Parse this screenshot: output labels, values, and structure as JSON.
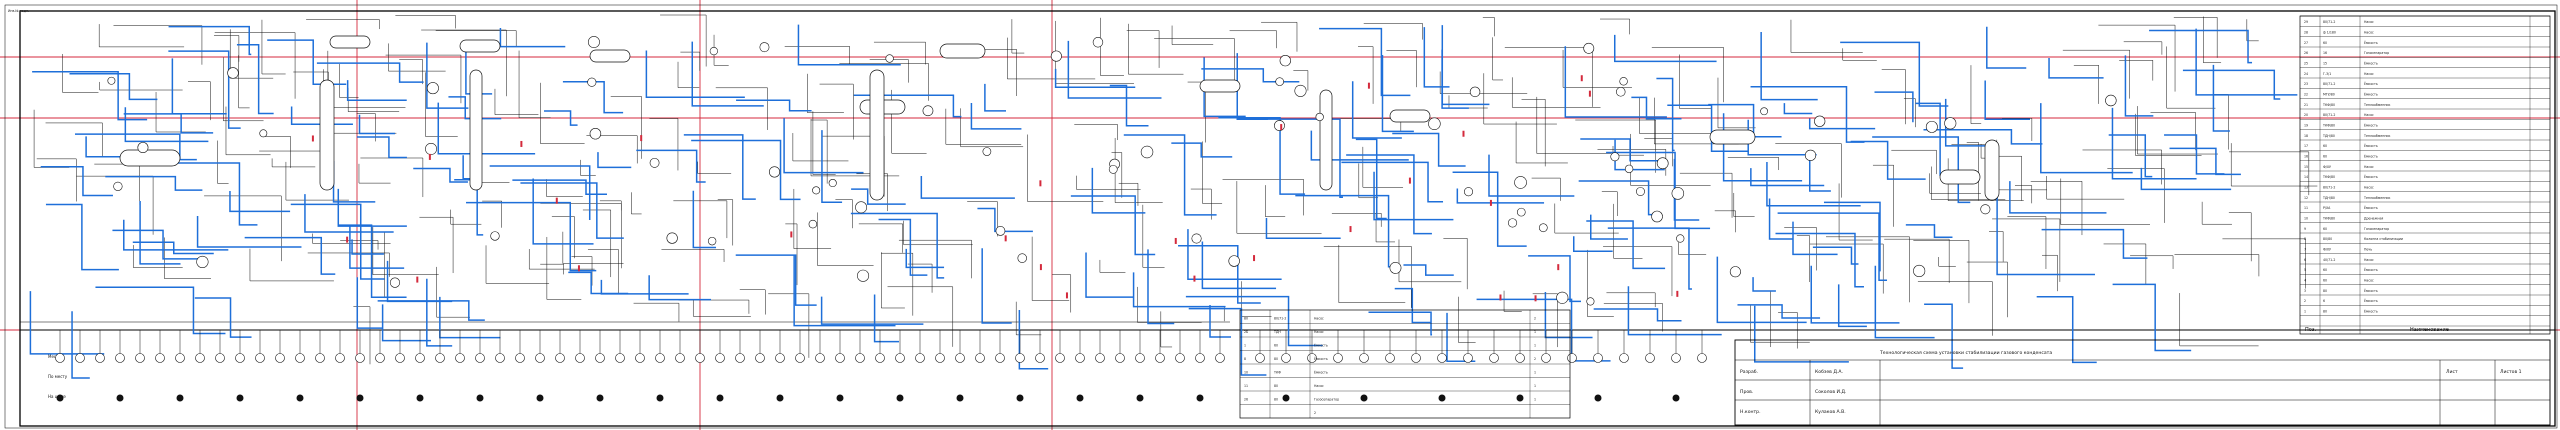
{
  "drawing": {
    "corner_label": "Инв.№ подл.",
    "colors": {
      "process_line": "#1e6fd9",
      "frame": "#000000",
      "grid_line": "#d42a3c",
      "background": "#ffffff"
    },
    "row_labels": [
      "Место",
      "По месту",
      "На щите"
    ],
    "spec_table": {
      "header": [
        "Поз.",
        "",
        "Наименование"
      ],
      "rows": [
        [
          "29",
          "80/71-2",
          "Насос"
        ],
        [
          "28",
          "ф 1/180",
          "Насос"
        ],
        [
          "27",
          "60",
          "Ёмкость"
        ],
        [
          "26",
          "16",
          "Газосепаратор"
        ],
        [
          "25",
          "15",
          "Ёмкость"
        ],
        [
          "24",
          "Г-3/1",
          "Насос"
        ],
        [
          "23",
          "80/71-2",
          "Ёмкость"
        ],
        [
          "22",
          "МТУ/80",
          "Ёмкость"
        ],
        [
          "21",
          "ТКФ/80",
          "Теплообменник"
        ],
        [
          "20",
          "80/71-2",
          "Насос"
        ],
        [
          "19",
          "ТКФ/80",
          "Ёмкость"
        ],
        [
          "18",
          "ТДН/80",
          "Теплообменник"
        ],
        [
          "17",
          "60",
          "Ёмкость"
        ],
        [
          "16",
          "60",
          "Ёмкость"
        ],
        [
          "15",
          "Ф/ХУ",
          "Насос"
        ],
        [
          "14",
          "ТКФ/80",
          "Ёмкость"
        ],
        [
          "13",
          "80/71-2",
          "Насос"
        ],
        [
          "12",
          "ТДН/80",
          "Теплообменник"
        ],
        [
          "11",
          "Р/ХА",
          "Ёмкость"
        ],
        [
          "10",
          "ТКФ/80",
          "Дренажная"
        ],
        [
          "9",
          "60",
          "Газосепаратор"
        ],
        [
          "8",
          "80/80",
          "Колонна стабилизации"
        ],
        [
          "7",
          "Ф/ХУ",
          "Печь"
        ],
        [
          "6",
          "40/71-2",
          "Насос"
        ],
        [
          "5",
          "60",
          "Ёмкость"
        ],
        [
          "4",
          "60",
          "Насос"
        ],
        [
          "3",
          "80",
          "Ёмкость"
        ],
        [
          "2",
          "6",
          "Ёмкость"
        ],
        [
          "1",
          "80",
          "Ёмкость"
        ]
      ]
    },
    "notes_table": {
      "rows": [
        [
          "80",
          "80/71-2",
          "Насос",
          "2"
        ],
        [
          "2Б",
          "ТДН",
          "Насос",
          "1"
        ],
        [
          "1",
          "60",
          "Ёмкость",
          "1"
        ],
        [
          "8",
          "80",
          "Ёмкость",
          "2"
        ],
        [
          "10",
          "ТКФ",
          "Ёмкость",
          "1"
        ],
        [
          "11",
          "80",
          "Насос",
          "1"
        ],
        [
          "26",
          "80",
          "Газосепаратор",
          "1"
        ]
      ],
      "footer": [
        "",
        "",
        "2",
        ""
      ]
    },
    "title_block": {
      "title": "Технологическая схема установки стабилизации газового конденсата",
      "role1": "Разраб.",
      "name1": "Кобзев Д.А.",
      "role2": "Пров.",
      "name2": "Соколов И.Д.",
      "role3": "Н.контр.",
      "name3": "Кулаков А.В.",
      "sheet": "Лист",
      "sheets": "Листов 1"
    }
  }
}
